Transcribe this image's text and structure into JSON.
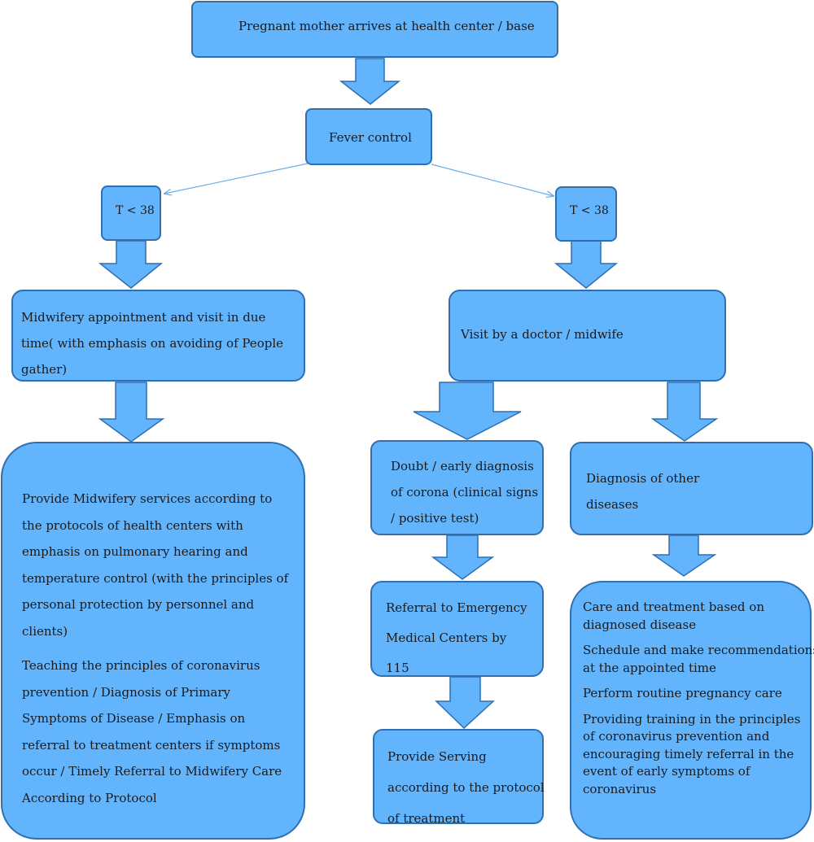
{
  "nodes": {
    "arrival": {
      "lines": [
        "Pregnant mother arrives at health center / base"
      ]
    },
    "fever": {
      "lines": [
        "Fever control"
      ]
    },
    "temp_left": {
      "lines": [
        "T < 38"
      ]
    },
    "temp_right": {
      "lines": [
        "T < 38"
      ]
    },
    "midwifery_appointment": {
      "lines": [
        "Midwifery appointment and visit in due",
        "time(  with emphasis on avoiding of People",
        "gather)"
      ]
    },
    "visit_doctor": {
      "lines": [
        "Visit by a doctor / midwife"
      ]
    },
    "midwifery_services": {
      "paragraphs": [
        [
          "Provide Midwifery services according to",
          "the protocols of health centers with",
          "emphasis on pulmonary hearing and",
          "temperature control (with the principles of",
          "personal protection by personnel and",
          "clients)"
        ],
        [
          "Teaching the principles of coronavirus",
          "prevention / Diagnosis of Primary",
          "Symptoms of Disease / Emphasis on",
          "referral to treatment centers if symptoms",
          "occur / Timely Referral to Midwifery Care",
          "According to Protocol"
        ]
      ]
    },
    "doubt_corona": {
      "lines": [
        "Doubt / early diagnosis",
        "of corona (clinical signs",
        "/ positive test)"
      ]
    },
    "other_diseases": {
      "lines": [
        "Diagnosis of other",
        "diseases"
      ]
    },
    "referral_emergency": {
      "lines": [
        "Referral to Emergency",
        "Medical Centers by",
        "115"
      ]
    },
    "care_treatment": {
      "paragraphs": [
        [
          "Care and treatment based on",
          "diagnosed disease"
        ],
        [
          "Schedule and make recommendations",
          "at the appointed time"
        ],
        [
          "Perform routine pregnancy care"
        ],
        [
          "Providing training in the principles",
          "of coronavirus prevention and",
          "encouraging timely referral in the",
          "event of early symptoms of",
          "coronavirus"
        ]
      ]
    },
    "provide_serving": {
      "lines": [
        "Provide  Serving",
        "according to the protocol",
        "of treatment"
      ]
    }
  },
  "colors": {
    "node_fill": "#62b5fd",
    "node_border": "#2f6fb0",
    "arrow_line": "#6aaee8"
  }
}
